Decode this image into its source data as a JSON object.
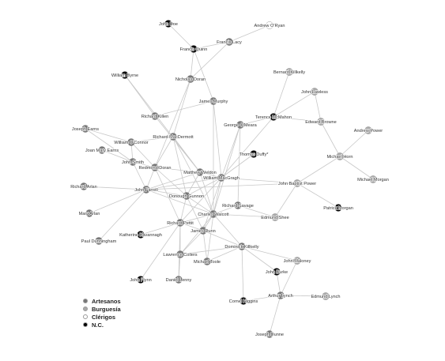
{
  "legend": {
    "items": [
      {
        "label": "Artesanos",
        "color": "#777777"
      },
      {
        "label": "Burguesía",
        "color": "#aaaaaa"
      },
      {
        "label": "Clérigos",
        "color": "#ffffff"
      },
      {
        "label": "N.C.",
        "color": "#000000"
      }
    ]
  },
  "network": {
    "nodes": [
      {
        "id": "john_doe",
        "label": "John Doe",
        "category": "N.C."
      },
      {
        "id": "andrew_oryan",
        "label": "Andrew O'Ryan",
        "category": "Clérigos"
      },
      {
        "id": "francis_lacy",
        "label": "Francis Lacy",
        "category": "Artesanos"
      },
      {
        "id": "francis_quinn",
        "label": "Francis Quinn",
        "category": "N.C."
      },
      {
        "id": "william_byrne",
        "label": "William Byrne",
        "category": "N.C."
      },
      {
        "id": "nicholas_doran",
        "label": "Nicholas Doran",
        "category": "Artesanos"
      },
      {
        "id": "bernard_killkelly",
        "label": "Bernard Killkelly",
        "category": "Burguesía"
      },
      {
        "id": "john_lawless",
        "label": "John Lawless",
        "category": "Burguesía"
      },
      {
        "id": "james_murphy",
        "label": "James Murphy",
        "category": "Artesanos"
      },
      {
        "id": "terence_mcmahon",
        "label": "Terence McMahon",
        "category": "N.C."
      },
      {
        "id": "richard_killen",
        "label": "Richard Killen",
        "category": "Artesanos"
      },
      {
        "id": "edward_browne",
        "label": "Edward Browne",
        "category": "Burguesía"
      },
      {
        "id": "george_omeara",
        "label": "George O'Meara",
        "category": "Artesanos"
      },
      {
        "id": "andrew_power",
        "label": "Andrew Power",
        "category": "Burguesía"
      },
      {
        "id": "joseph_earns",
        "label": "Joseph Earns",
        "category": "Artesanos"
      },
      {
        "id": "richard_mcdermott",
        "label": "Richard MacDermott",
        "category": "Artesanos"
      },
      {
        "id": "william_oconnor",
        "label": "William O'Connor",
        "category": "Artesanos"
      },
      {
        "id": "joan_mary_earns",
        "label": "Joan Mary Earns",
        "category": "Artesanos"
      },
      {
        "id": "thomas_duffy",
        "label": "Thomas Duffy*",
        "category": "N.C."
      },
      {
        "id": "michael_horn",
        "label": "Michael Horn",
        "category": "Burguesía"
      },
      {
        "id": "john_smith",
        "label": "John Smith",
        "category": "Artesanos"
      },
      {
        "id": "redmond_doran",
        "label": "Redmond Doran",
        "category": "Artesanos"
      },
      {
        "id": "matthew_weldon",
        "label": "Matthew Weldon",
        "category": "Artesanos"
      },
      {
        "id": "william_mcgragh",
        "label": "William MacGragh",
        "category": "Artesanos"
      },
      {
        "id": "michael_morgan",
        "label": "Michael Morgan",
        "category": "Burguesía"
      },
      {
        "id": "richard_arlan",
        "label": "Richard Arlan",
        "category": "Artesanos"
      },
      {
        "id": "john_farrell",
        "label": "John Farrell",
        "category": "Artesanos"
      },
      {
        "id": "john_baptist_power",
        "label": "John Baptist Power",
        "category": "Burguesía"
      },
      {
        "id": "donough_gunnon",
        "label": "Donough Gunnon",
        "category": "Artesanos"
      },
      {
        "id": "richard_savage",
        "label": "Richard Savage",
        "category": "Artesanos"
      },
      {
        "id": "mary_arlan",
        "label": "Mary Arlan",
        "category": "Artesanos"
      },
      {
        "id": "charles_walcott",
        "label": "Charles Walcott",
        "category": "Artesanos"
      },
      {
        "id": "edmund_shee",
        "label": "Edmund Shee",
        "category": "Burguesía"
      },
      {
        "id": "patrick_morgan",
        "label": "Patrick Morgan",
        "category": "N.C."
      },
      {
        "id": "richard_pettit",
        "label": "Richard Pettit",
        "category": "Artesanos"
      },
      {
        "id": "paul_dunningham",
        "label": "Paul Dunningham",
        "category": "Artesanos"
      },
      {
        "id": "katherine_kavannagh",
        "label": "Katherine Kavannagh",
        "category": "N.C."
      },
      {
        "id": "james_dunn",
        "label": "James Dunn",
        "category": "Artesanos"
      },
      {
        "id": "dominick_killkelly",
        "label": "Dominick Killkelly",
        "category": "Artesanos"
      },
      {
        "id": "lawrence_collers",
        "label": "Lawrence Collers",
        "category": "Artesanos"
      },
      {
        "id": "michael_toole",
        "label": "Michael Toole",
        "category": "Artesanos"
      },
      {
        "id": "john_maloney",
        "label": "John Maloney",
        "category": "Burguesía"
      },
      {
        "id": "john_burke",
        "label": "John Burke",
        "category": "N.C."
      },
      {
        "id": "john_flynn",
        "label": "John Flynn",
        "category": "N.C."
      },
      {
        "id": "daniel_lenny",
        "label": "Daniel Lenny",
        "category": "Artesanos"
      },
      {
        "id": "arthur_lynch",
        "label": "Arthur Lynch",
        "category": "Artesanos"
      },
      {
        "id": "edmund_lynch",
        "label": "Edmund Lynch",
        "category": "Burguesía"
      },
      {
        "id": "cornel_higgins",
        "label": "Cornel Higgins",
        "category": "N.C."
      },
      {
        "id": "joseph_dunne",
        "label": "Joseph Dunne",
        "category": "Artesanos"
      }
    ],
    "edges": [
      [
        "john_doe",
        "francis_quinn"
      ],
      [
        "francis_lacy",
        "francis_quinn"
      ],
      [
        "francis_lacy",
        "andrew_oryan"
      ],
      [
        "francis_lacy",
        "nicholas_doran"
      ],
      [
        "francis_quinn",
        "nicholas_doran"
      ],
      [
        "francis_quinn",
        "james_murphy"
      ],
      [
        "william_byrne",
        "richard_killen"
      ],
      [
        "william_byrne",
        "matthew_weldon"
      ],
      [
        "nicholas_doran",
        "richard_mcdermott"
      ],
      [
        "nicholas_doran",
        "redmond_doran"
      ],
      [
        "james_murphy",
        "william_mcgragh"
      ],
      [
        "james_murphy",
        "charles_walcott"
      ],
      [
        "james_murphy",
        "richard_killen"
      ],
      [
        "bernard_killkelly",
        "terence_mcmahon"
      ],
      [
        "john_lawless",
        "terence_mcmahon"
      ],
      [
        "john_lawless",
        "edward_browne"
      ],
      [
        "terence_mcmahon",
        "edward_browne"
      ],
      [
        "terence_mcmahon",
        "george_omeara"
      ],
      [
        "terence_mcmahon",
        "william_mcgragh"
      ],
      [
        "edward_browne",
        "michael_horn"
      ],
      [
        "michael_horn",
        "andrew_power"
      ],
      [
        "michael_horn",
        "michael_morgan"
      ],
      [
        "michael_horn",
        "john_baptist_power"
      ],
      [
        "john_baptist_power",
        "patrick_morgan"
      ],
      [
        "john_baptist_power",
        "william_mcgragh"
      ],
      [
        "john_baptist_power",
        "edmund_shee"
      ],
      [
        "john_baptist_power",
        "john_farrell"
      ],
      [
        "george_omeara",
        "william_mcgragh"
      ],
      [
        "george_omeara",
        "richard_savage"
      ],
      [
        "george_omeara",
        "charles_walcott"
      ],
      [
        "thomas_duffy",
        "william_mcgragh"
      ],
      [
        "richard_killen",
        "matthew_weldon"
      ],
      [
        "joseph_earns",
        "william_oconnor"
      ],
      [
        "joseph_earns",
        "john_smith"
      ],
      [
        "joan_mary_earns",
        "john_smith"
      ],
      [
        "william_oconnor",
        "john_smith"
      ],
      [
        "william_oconnor",
        "richard_mcdermott"
      ],
      [
        "william_oconnor",
        "redmond_doran"
      ],
      [
        "richard_mcdermott",
        "redmond_doran"
      ],
      [
        "richard_mcdermott",
        "matthew_weldon"
      ],
      [
        "richard_mcdermott",
        "donough_gunnon"
      ],
      [
        "richard_mcdermott",
        "charles_walcott"
      ],
      [
        "john_smith",
        "redmond_doran"
      ],
      [
        "john_smith",
        "john_farrell"
      ],
      [
        "redmond_doran",
        "john_farrell"
      ],
      [
        "redmond_doran",
        "matthew_weldon"
      ],
      [
        "redmond_doran",
        "donough_gunnon"
      ],
      [
        "redmond_doran",
        "richard_pettit"
      ],
      [
        "matthew_weldon",
        "william_mcgragh"
      ],
      [
        "matthew_weldon",
        "donough_gunnon"
      ],
      [
        "matthew_weldon",
        "charles_walcott"
      ],
      [
        "william_mcgragh",
        "charles_walcott"
      ],
      [
        "william_mcgragh",
        "donough_gunnon"
      ],
      [
        "william_mcgragh",
        "james_dunn"
      ],
      [
        "william_mcgragh",
        "richard_pettit"
      ],
      [
        "richard_arlan",
        "john_farrell"
      ],
      [
        "mary_arlan",
        "john_farrell"
      ],
      [
        "paul_dunningham",
        "john_farrell"
      ],
      [
        "john_farrell",
        "donough_gunnon"
      ],
      [
        "john_farrell",
        "matthew_weldon"
      ],
      [
        "john_farrell",
        "charles_walcott"
      ],
      [
        "john_farrell",
        "william_mcgragh"
      ],
      [
        "donough_gunnon",
        "charles_walcott"
      ],
      [
        "donough_gunnon",
        "richard_pettit"
      ],
      [
        "donough_gunnon",
        "james_dunn"
      ],
      [
        "richard_savage",
        "charles_walcott"
      ],
      [
        "richard_savage",
        "edmund_shee"
      ],
      [
        "charles_walcott",
        "james_dunn"
      ],
      [
        "charles_walcott",
        "dominick_killkelly"
      ],
      [
        "charles_walcott",
        "edmund_shee"
      ],
      [
        "charles_walcott",
        "richard_pettit"
      ],
      [
        "charles_walcott",
        "michael_toole"
      ],
      [
        "charles_walcott",
        "lawrence_collers"
      ],
      [
        "richard_pettit",
        "katherine_kavannagh"
      ],
      [
        "richard_pettit",
        "james_dunn"
      ],
      [
        "richard_pettit",
        "lawrence_collers"
      ],
      [
        "richard_pettit",
        "john_flynn"
      ],
      [
        "richard_pettit",
        "daniel_lenny"
      ],
      [
        "james_dunn",
        "dominick_killkelly"
      ],
      [
        "james_dunn",
        "michael_toole"
      ],
      [
        "james_dunn",
        "lawrence_collers"
      ],
      [
        "lawrence_collers",
        "daniel_lenny"
      ],
      [
        "lawrence_collers",
        "dominick_killkelly"
      ],
      [
        "dominick_killkelly",
        "john_burke"
      ],
      [
        "dominick_killkelly",
        "michael_toole"
      ],
      [
        "dominick_killkelly",
        "cornel_higgins"
      ],
      [
        "dominick_killkelly",
        "john_maloney"
      ],
      [
        "john_maloney",
        "arthur_lynch"
      ],
      [
        "john_burke",
        "arthur_lynch"
      ],
      [
        "arthur_lynch",
        "edmund_lynch"
      ],
      [
        "arthur_lynch",
        "cornel_higgins"
      ],
      [
        "arthur_lynch",
        "joseph_dunne"
      ]
    ]
  }
}
